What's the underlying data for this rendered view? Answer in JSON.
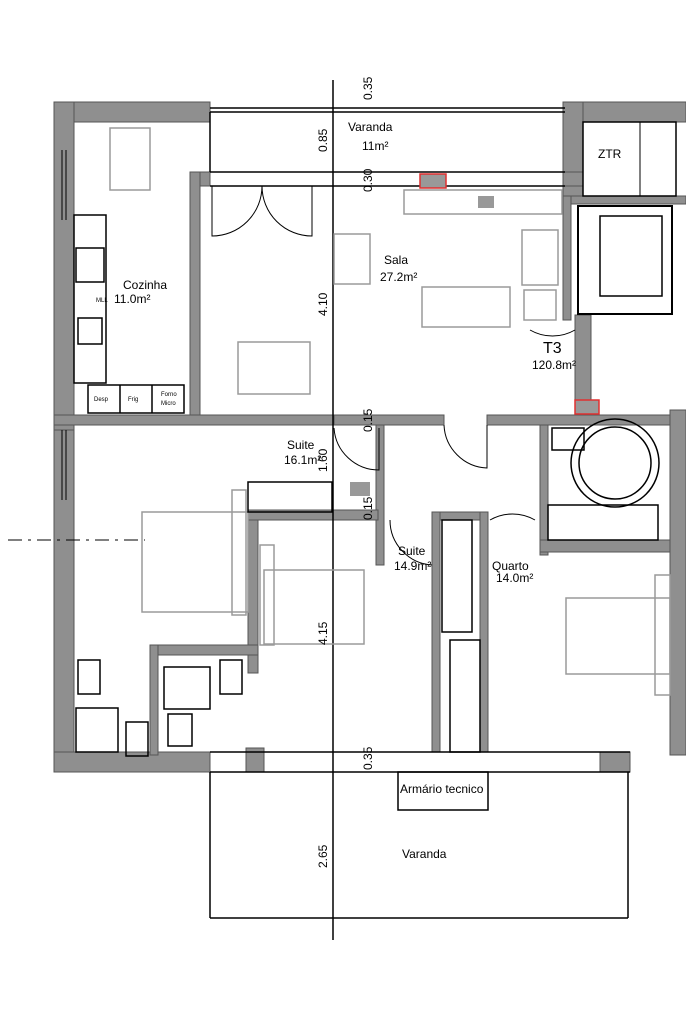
{
  "plan": {
    "rooms": {
      "varanda_top": {
        "name": "Varanda",
        "area": "11m²"
      },
      "ztr": {
        "name": "ZTR"
      },
      "cozinha": {
        "name": "Cozinha",
        "area": "11.0m²"
      },
      "sala": {
        "name": "Sala",
        "area": "27.2m²"
      },
      "t3": {
        "name": "T3",
        "area": "120.8m²"
      },
      "suite1": {
        "name": "Suite",
        "area": "16.1m²"
      },
      "suite2": {
        "name": "Suite",
        "area": "14.9m²"
      },
      "quarto": {
        "name": "Quarto",
        "area": "14.0m²"
      },
      "armario": {
        "name": "Armário tecnico"
      },
      "varanda_bottom": {
        "name": "Varanda"
      }
    },
    "kitchen_labels": {
      "mll": "MLL",
      "desp": "Desp",
      "frig": "Frig",
      "forno": "Forno",
      "micro": "Micro"
    },
    "dimensions": [
      "0.35",
      "0.85",
      "0.30",
      "4.10",
      "0.15",
      "1.60",
      "0.15",
      "4.15",
      "0.35",
      "2.65"
    ],
    "colors": {
      "wall": "#8f8f8f",
      "furniture": "#9a9a9a",
      "marker": "#e03030"
    }
  }
}
